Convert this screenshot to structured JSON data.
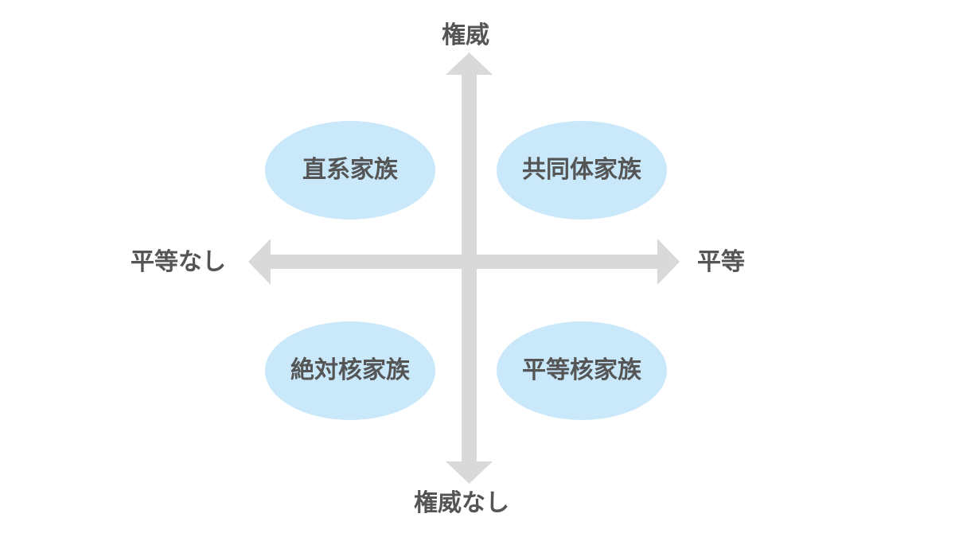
{
  "colors": {
    "axis": "#d9d9d9",
    "ellipse_fill": "#c9e8fa",
    "text": "#555555"
  },
  "axes": {
    "top": "権威",
    "bottom": "権威なし",
    "left": "平等なし",
    "right": "平等"
  },
  "quadrants": {
    "top_left": "直系家族",
    "top_right": "共同体家族",
    "bottom_left": "絶対核家族",
    "bottom_right": "平等核家族"
  }
}
